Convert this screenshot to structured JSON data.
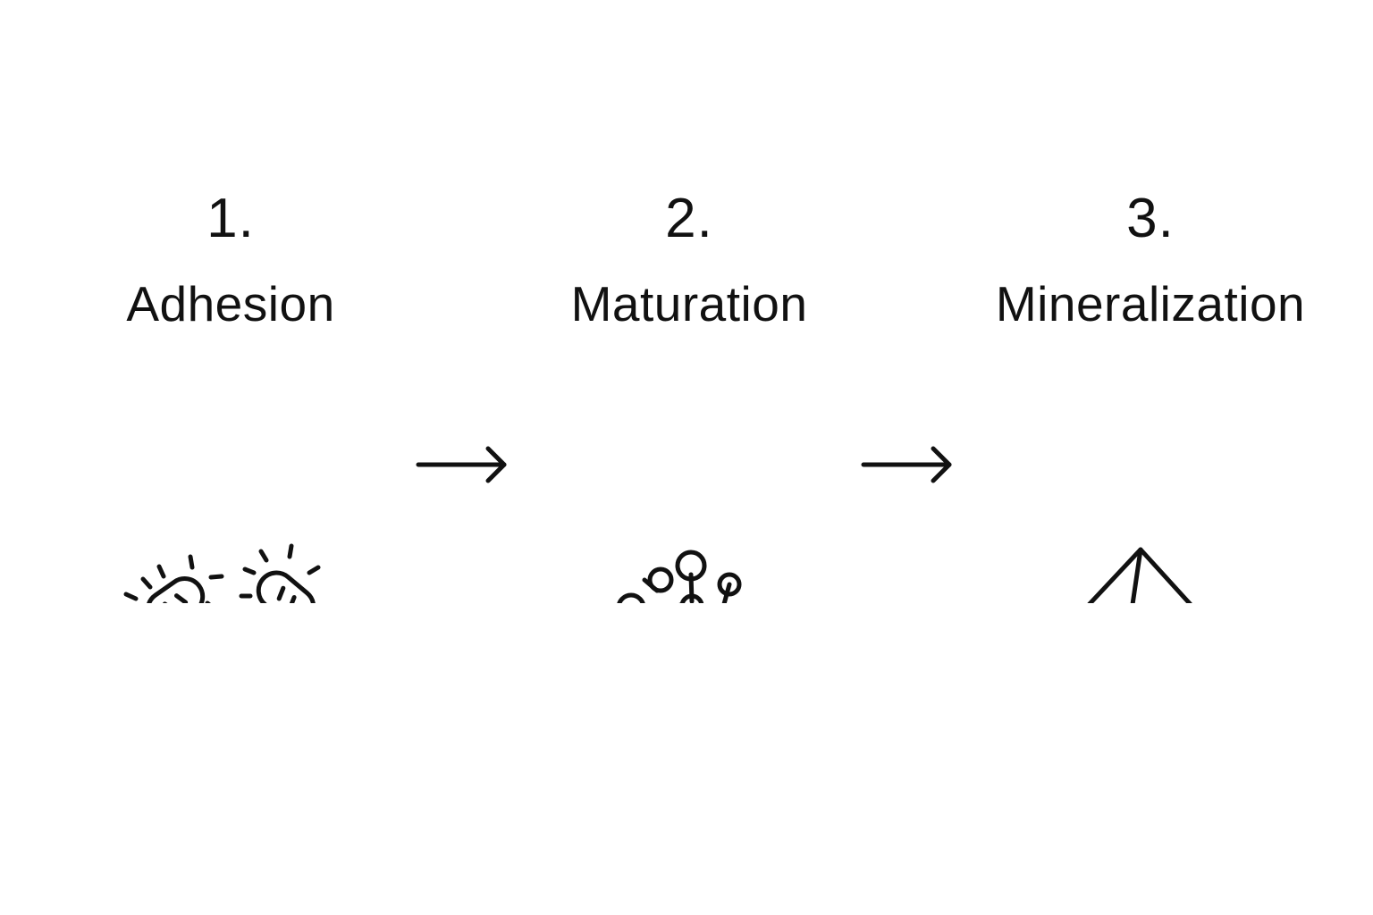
{
  "diagram": {
    "stages": [
      {
        "number": "1.",
        "label": "Adhesion",
        "icon": "bacteria-on-surface-icon"
      },
      {
        "number": "2.",
        "label": "Maturation",
        "icon": "biofilm-cluster-on-surface-icon"
      },
      {
        "number": "3.",
        "label": "Mineralization",
        "icon": "crystal-on-surface-icon"
      }
    ],
    "arrows": [
      {
        "icon": "right-arrow-icon"
      },
      {
        "icon": "right-arrow-icon"
      }
    ],
    "colors": {
      "stroke": "#111111",
      "background": "#ffffff"
    }
  }
}
